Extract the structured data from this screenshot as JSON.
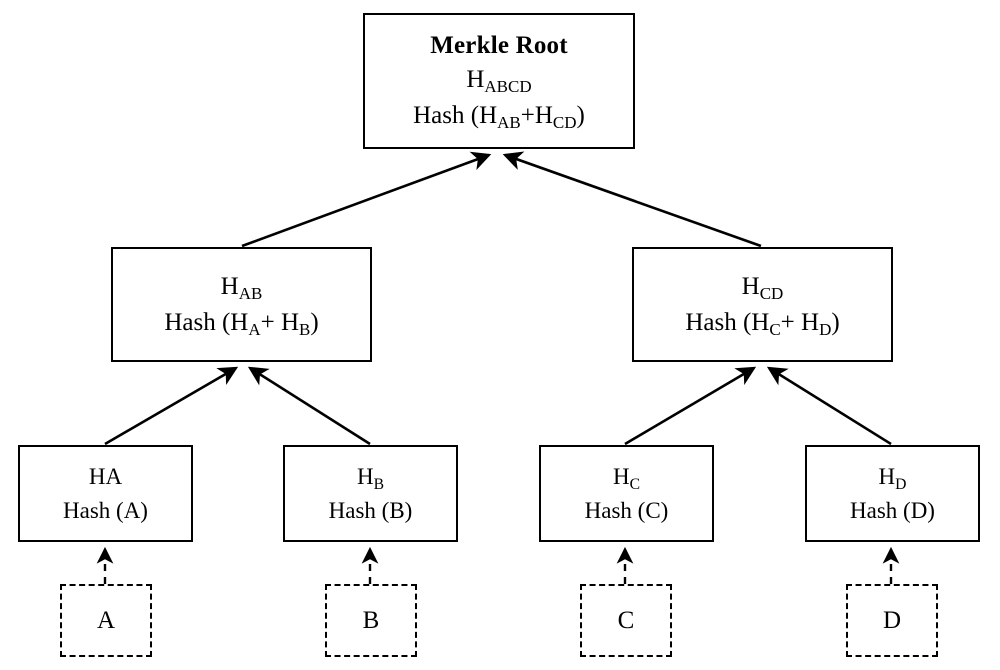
{
  "diagram": {
    "type": "merkle-tree",
    "title": "Merkle Root",
    "stroke_color": "#000000",
    "background_color": "#ffffff",
    "root": {
      "title": "Merkle Root",
      "hash_label_prefix": "H",
      "hash_label_sub": "ABCD",
      "formula_prefix": "Hash (H",
      "formula_sub1": "AB",
      "formula_mid": "+H",
      "formula_sub2": "CD",
      "formula_suffix": ")"
    },
    "branches": [
      {
        "hash_label_prefix": "H",
        "hash_label_sub": "AB",
        "formula_prefix": "Hash (H",
        "formula_sub1": "A",
        "formula_mid": "+ H",
        "formula_sub2": "B",
        "formula_suffix": ")"
      },
      {
        "hash_label_prefix": "H",
        "hash_label_sub": "CD",
        "formula_prefix": "Hash (H",
        "formula_sub1": "C",
        "formula_mid": "+ H",
        "formula_sub2": "D",
        "formula_suffix": ")"
      }
    ],
    "leaves": [
      {
        "hash_label_prefix": "HA",
        "hash_label_sub": "",
        "formula": "Hash (A)",
        "block_letter": "A"
      },
      {
        "hash_label_prefix": "H",
        "hash_label_sub": "B",
        "formula": "Hash (B)",
        "block_letter": "B"
      },
      {
        "hash_label_prefix": "H",
        "hash_label_sub": "C",
        "formula": "Hash (C)",
        "block_letter": "C"
      },
      {
        "hash_label_prefix": "H",
        "hash_label_sub": "D",
        "formula": "Hash (D)",
        "block_letter": "D"
      }
    ]
  }
}
